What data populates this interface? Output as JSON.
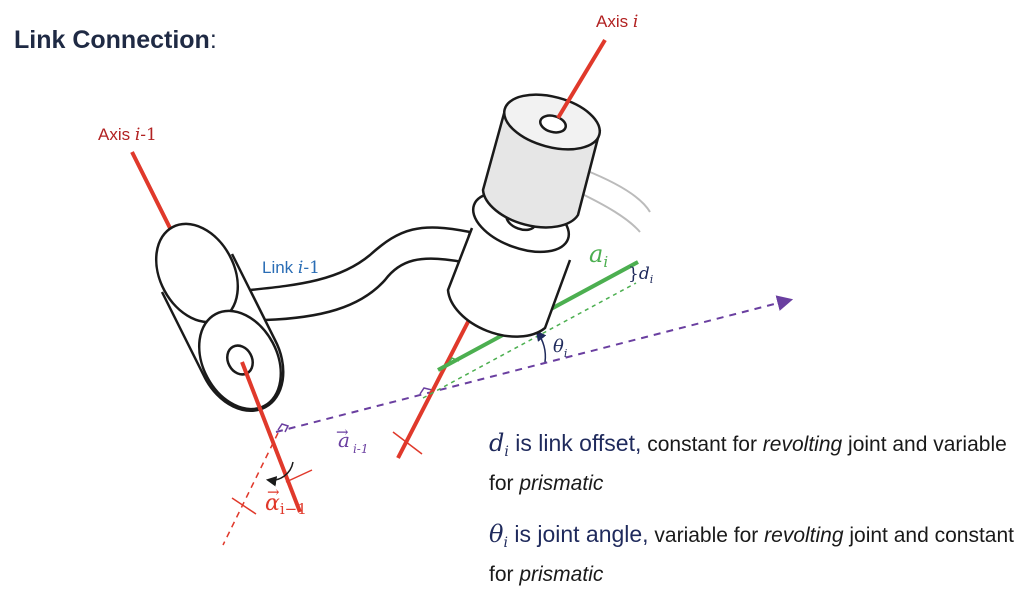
{
  "title": "Link Connection",
  "title_suffix": ":",
  "labels": {
    "axis_i_word": "Axis",
    "axis_i_sym": "i",
    "axis_im1_word": "Axis",
    "axis_im1_sym": "i",
    "axis_im1_tail": "-1",
    "link_word": "Link",
    "link_sym": "i",
    "link_tail": "-1",
    "a_i_letter": "a",
    "a_i_sub": "i",
    "d_i_brace": "}",
    "d_i_letter": "d",
    "d_i_sub": "i",
    "theta_letter": "θ",
    "theta_sub": "i",
    "a_im1_arrow": "→",
    "a_im1_letter": "a",
    "a_im1_sub": "i-1",
    "alpha_arrow": "→",
    "alpha_letter": "α",
    "alpha_sub": "i−1"
  },
  "notes": {
    "d": {
      "sym": "d",
      "sub": "i",
      "highlight": " is link offset,",
      "text1": " constant for ",
      "em1": "revolting",
      "text2": " joint and variable for ",
      "em2": "prismatic"
    },
    "theta": {
      "sym": "θ",
      "sub": "i",
      "highlight": " is joint angle,",
      "text1": " variable for ",
      "em1": "revolting",
      "text2": " joint and constant for ",
      "em2": "prismatic"
    }
  },
  "colors": {
    "axis_red": "#e0392b",
    "label_red": "#b22222",
    "link_blue": "#2a6db5",
    "green": "#4caf50",
    "purple": "#6a3fa0",
    "navy": "#1f2a5c",
    "cylinder_gray": "#e6e6e6"
  }
}
